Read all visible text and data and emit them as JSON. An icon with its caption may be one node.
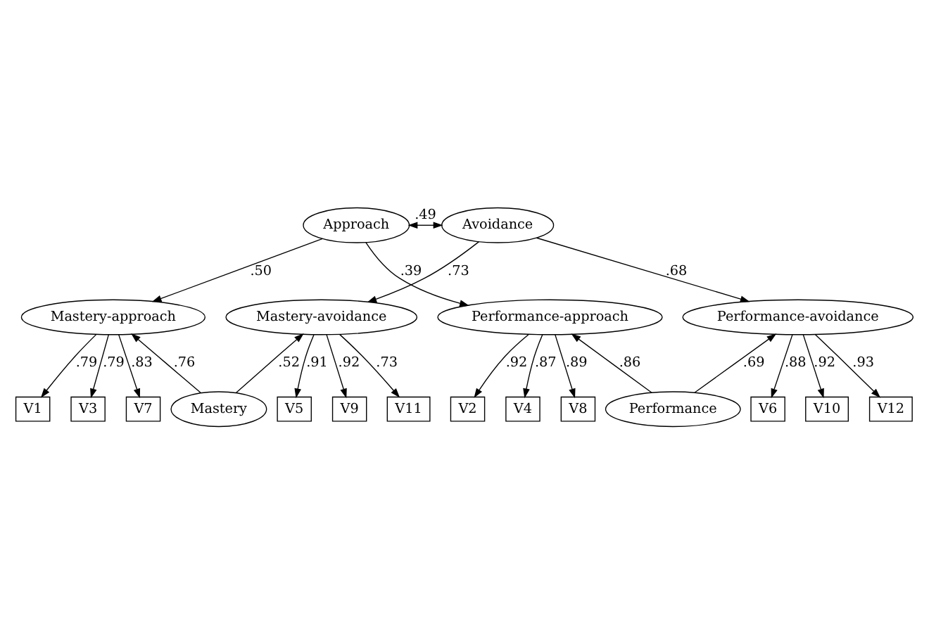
{
  "diagram": {
    "nodes": [
      {
        "text": [
          "Approach"
        ]
      },
      {
        "text": [
          "Avoidance"
        ]
      },
      {
        "text": [
          "Mastery-approach"
        ]
      },
      {
        "text": [
          "Mastery-avoidance"
        ]
      },
      {
        "text": [
          "Performance-approach"
        ]
      },
      {
        "text": [
          "Performance-avoidance"
        ]
      },
      {
        "text": [
          "V1"
        ]
      },
      {
        "text": [
          "V3"
        ]
      },
      {
        "text": [
          "V7"
        ]
      },
      {
        "text": [
          "V5"
        ]
      },
      {
        "text": [
          "V9"
        ]
      },
      {
        "text": [
          "V11"
        ]
      },
      {
        "text": [
          "V2"
        ]
      },
      {
        "text": [
          "V4"
        ]
      },
      {
        "text": [
          "V8"
        ]
      },
      {
        "text": [
          "V6"
        ]
      },
      {
        "text": [
          "V10"
        ]
      },
      {
        "text": [
          "V12"
        ]
      },
      {
        "text": [
          "Mastery"
        ]
      },
      {
        "text": [
          "Performance"
        ]
      }
    ],
    "edges": [
      {
        "from": 0,
        "to": 1,
        "arrow": "both",
        "label": ".49"
      },
      {
        "from": 0,
        "to": 2,
        "arrow": "to",
        "label": ".50"
      },
      {
        "from": 0,
        "to": 4,
        "arrow": "to",
        "label": ".39"
      },
      {
        "from": 1,
        "to": 3,
        "arrow": "to",
        "label": ".73"
      },
      {
        "from": 1,
        "to": 5,
        "arrow": "to",
        "label": ".68"
      },
      {
        "from": 2,
        "to": 6,
        "arrow": "to",
        "label": ".79"
      },
      {
        "from": 2,
        "to": 7,
        "arrow": "to",
        "label": ".79"
      },
      {
        "from": 2,
        "to": 8,
        "arrow": "to",
        "label": ".83"
      },
      {
        "from": 3,
        "to": 9,
        "arrow": "to",
        "label": ".91"
      },
      {
        "from": 3,
        "to": 10,
        "arrow": "to",
        "label": ".92"
      },
      {
        "from": 3,
        "to": 11,
        "arrow": "to",
        "label": ".73"
      },
      {
        "from": 4,
        "to": 12,
        "arrow": "to",
        "label": ".92"
      },
      {
        "from": 4,
        "to": 13,
        "arrow": "to",
        "label": ".87"
      },
      {
        "from": 4,
        "to": 14,
        "arrow": "to",
        "label": ".89"
      },
      {
        "from": 5,
        "to": 15,
        "arrow": "to",
        "label": ".88"
      },
      {
        "from": 5,
        "to": 16,
        "arrow": "to",
        "label": ".92"
      },
      {
        "from": 5,
        "to": 17,
        "arrow": "to",
        "label": ".93"
      },
      {
        "from": 18,
        "to": 2,
        "arrow": "to",
        "label": ".76"
      },
      {
        "from": 18,
        "to": 3,
        "arrow": "to",
        "label": ".52"
      },
      {
        "from": 19,
        "to": 4,
        "arrow": "to",
        "label": ".86"
      },
      {
        "from": 19,
        "to": 5,
        "arrow": "to",
        "label": ".69"
      }
    ]
  }
}
